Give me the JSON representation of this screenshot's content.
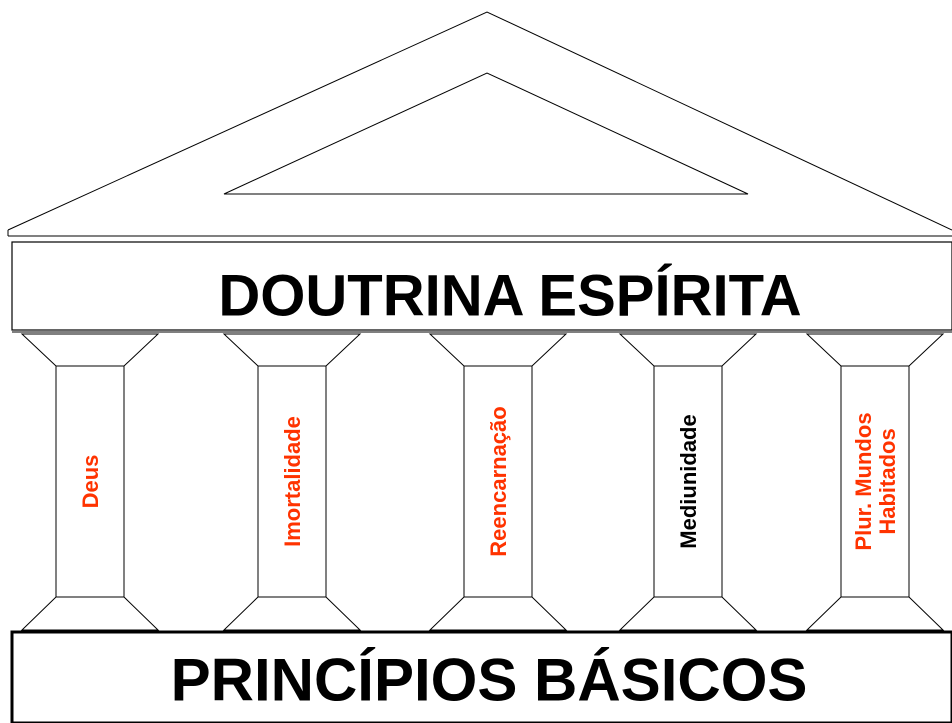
{
  "diagram": {
    "roof_title": "DOUTRINA ESPÍRITA",
    "base_title": "PRINCÍPIOS BÁSICOS",
    "pillars": [
      {
        "lines": [
          "Deus"
        ],
        "color": "#ff3300"
      },
      {
        "lines": [
          "Imortalidade"
        ],
        "color": "#ff3300"
      },
      {
        "lines": [
          "Reencarnação"
        ],
        "color": "#ff3300"
      },
      {
        "lines": [
          "Mediunidade"
        ],
        "color": "#000000"
      },
      {
        "lines": [
          "Plur. Mundos",
          "Habitados"
        ],
        "color": "#ff3300"
      }
    ]
  }
}
